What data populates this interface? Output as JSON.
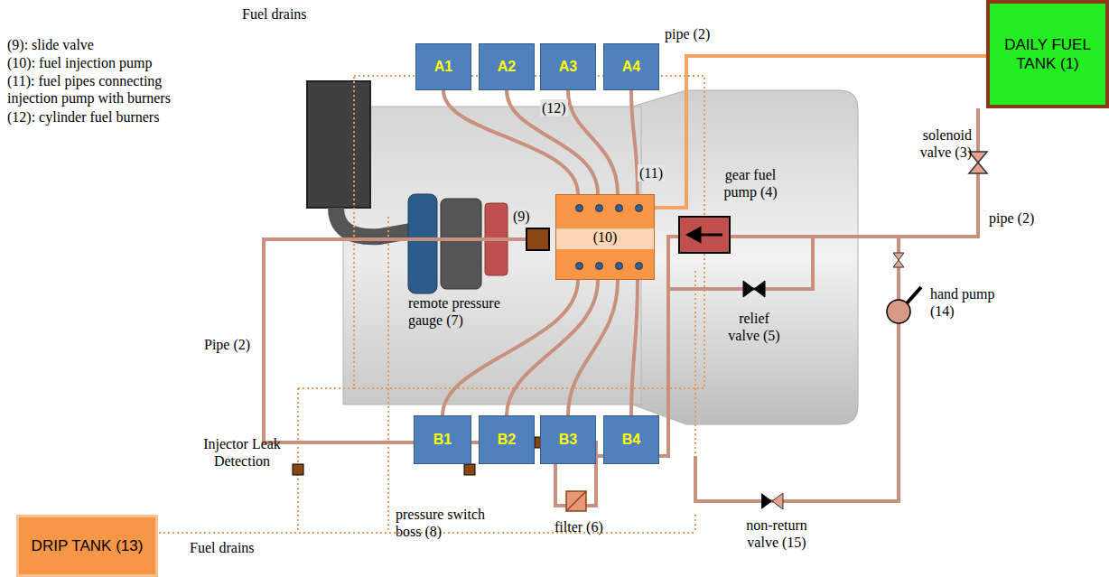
{
  "diagram": {
    "nodes": [
      {
        "text": [
          "A1"
        ]
      },
      {
        "text": [
          "A2"
        ]
      },
      {
        "text": [
          "A3"
        ]
      },
      {
        "text": [
          "A4"
        ]
      },
      {
        "text": [
          "DAILY FUEL TANK (1)"
        ]
      },
      {
        "text": [
          "(10)"
        ]
      },
      {
        "text": [
          "B1"
        ]
      },
      {
        "text": [
          "B2"
        ]
      },
      {
        "text": [
          "B3"
        ]
      },
      {
        "text": [
          "B4"
        ]
      },
      {
        "text": [
          "DRIP TANK (13)"
        ]
      }
    ],
    "edges": [
      {
        "from": 5,
        "to": 4,
        "arrow": "none"
      },
      {
        "from": 5,
        "to": 0,
        "arrow": "none"
      },
      {
        "from": 5,
        "to": 1,
        "arrow": "none"
      },
      {
        "from": 5,
        "to": 2,
        "arrow": "none"
      },
      {
        "from": 5,
        "to": 3,
        "arrow": "none"
      },
      {
        "from": 5,
        "to": 6,
        "arrow": "none"
      },
      {
        "from": 5,
        "to": 7,
        "arrow": "none"
      },
      {
        "from": 5,
        "to": 8,
        "arrow": "none"
      },
      {
        "from": 5,
        "to": 9,
        "arrow": "none"
      }
    ],
    "labels": [
      "Fuel drains",
      "(9): slide valve",
      "(10): fuel injection pump",
      "(11): fuel pipes connecting injection pump with burners",
      "(12): cylinder fuel burners",
      "(12)",
      "(11)",
      "(9)",
      "pipe (2)",
      "solenoid valve (3)",
      "pipe (2)",
      "gear fuel pump (4)",
      "relief valve (5)",
      "hand pump (14)",
      "non-return valve (15)",
      "remote pressure gauge (7)",
      "pressure switch boss (8)",
      "filter (6)",
      "Injector Leak Detection",
      "Fuel drains",
      "Pipe (2)"
    ]
  }
}
